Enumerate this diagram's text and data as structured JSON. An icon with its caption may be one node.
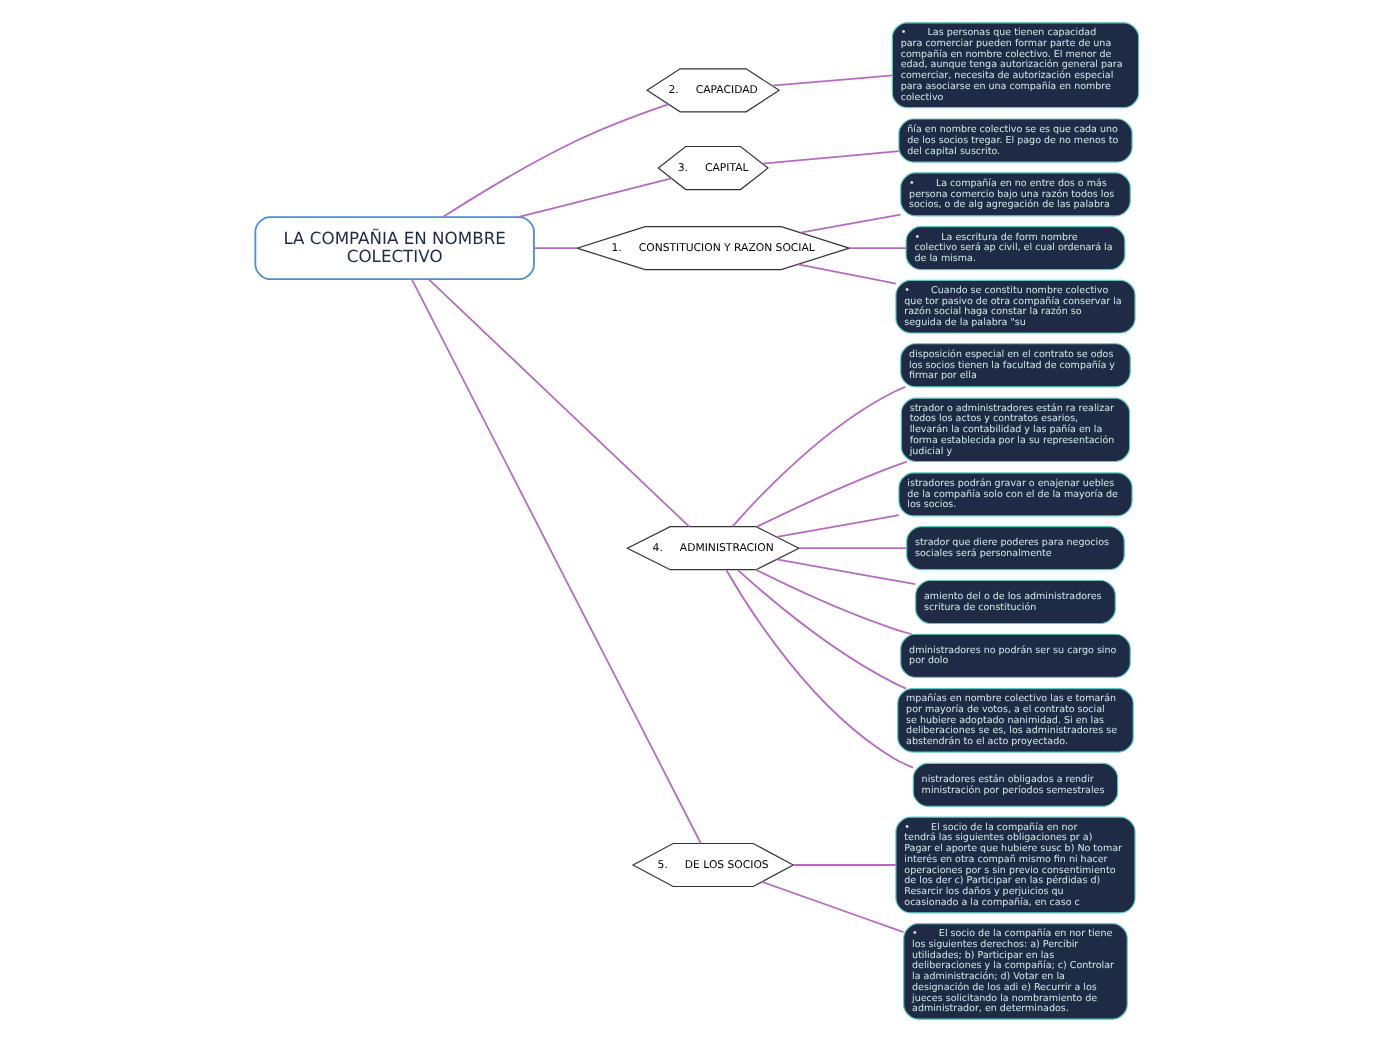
{
  "diagram": {
    "nodes": [
      {
        "text": [
          "LA COMPAÑIA EN NOMBRE COLECTIVO"
        ]
      },
      {
        "text": [
          "2.     CAPACIDAD"
        ]
      },
      {
        "text": [
          "•       Las personas que tienen capacidad para comerciar pueden formar parte de una compañía en nombre colectivo. El menor de edad, aunque tenga autorización general para comerciar, necesita de autorización especial para asociarse en una compañía en nombre colectivo"
        ]
      },
      {
        "text": [
          "3.     CAPITAL"
        ]
      },
      {
        "text": [
          "ñía en nombre colectivo se es que cada uno de los socios tregar. El pago de no menos to del capital suscrito."
        ]
      },
      {
        "text": [
          "1.     CONSTITUCION Y RAZON SOCIAL"
        ]
      },
      {
        "text": [
          "•       La compañía en no entre dos o más persona comercio bajo una razón todos los socios, o de alg agregación de las palabra"
        ]
      },
      {
        "text": [
          "•       La escritura de form nombre colectivo será ap civil, el cual ordenará la de la misma."
        ]
      },
      {
        "text": [
          "•       Cuando se constitu nombre colectivo que tor pasivo de otra compañía conservar la razón social haga constar la razón so seguida de la palabra \"su"
        ]
      },
      {
        "text": [
          "4.     ADMINISTRACION"
        ]
      },
      {
        "text": [
          "disposición especial en el contrato se odos los socios tienen la facultad de compañía y firmar por ella"
        ]
      },
      {
        "text": [
          "strador o administradores están ra realizar todos los actos y contratos esarios, llevarán la contabilidad y las pañía en la forma establecida por la su representación judicial y"
        ]
      },
      {
        "text": [
          "istradores podrán gravar o enajenar uebles de la compañía solo con el de la mayoría de los socios."
        ]
      },
      {
        "text": [
          "strador que diere poderes para negocios sociales será personalmente"
        ]
      },
      {
        "text": [
          "amiento del o de los administradores scritura de constitución"
        ]
      },
      {
        "text": [
          "dministradores no podrán ser su cargo sino por dolo"
        ]
      },
      {
        "text": [
          "mpañías en nombre colectivo las e tomarán por mayoría de votos, a el contrato social se hubiere adoptado nanimidad. Si en las deliberaciones se es, los administradores se abstendrán to el acto proyectado."
        ]
      },
      {
        "text": [
          "nistradores están obligados a rendir ministración por períodos semestrales"
        ]
      },
      {
        "text": [
          "5.     DE LOS SOCIOS"
        ]
      },
      {
        "text": [
          "•       El socio de la compañía en nor tendrá las siguientes obligaciones pr a) Pagar el aporte que hubiere susc b) No tomar interés en otra compañ mismo fin ni hacer operaciones por s sin previo consentimiento de los der c) Participar en las pérdidas d) Resarcir los daños y perjuicios qu ocasionado a la compañía, en caso c"
        ]
      },
      {
        "text": [
          "•       El socio de la compañía en nor tiene los siguientes derechos: a) Percibir utilidades; b) Participar en las deliberaciones y la compañía; c) Controlar la administración; d) Votar en la designación de los adi e) Recurrir a los jueces solicitando la nombramiento de administrador, en determinados."
        ]
      }
    ],
    "edges": [
      {
        "from": 0,
        "to": 1,
        "arrow": "none"
      },
      {
        "from": 1,
        "to": 2,
        "arrow": "none"
      },
      {
        "from": 0,
        "to": 3,
        "arrow": "none"
      },
      {
        "from": 3,
        "to": 4,
        "arrow": "none"
      },
      {
        "from": 0,
        "to": 5,
        "arrow": "none"
      },
      {
        "from": 5,
        "to": 6,
        "arrow": "none"
      },
      {
        "from": 5,
        "to": 7,
        "arrow": "none"
      },
      {
        "from": 5,
        "to": 8,
        "arrow": "none"
      },
      {
        "from": 0,
        "to": 9,
        "arrow": "none"
      },
      {
        "from": 9,
        "to": 10,
        "arrow": "none"
      },
      {
        "from": 9,
        "to": 11,
        "arrow": "none"
      },
      {
        "from": 9,
        "to": 12,
        "arrow": "none"
      },
      {
        "from": 9,
        "to": 13,
        "arrow": "none"
      },
      {
        "from": 9,
        "to": 14,
        "arrow": "none"
      },
      {
        "from": 9,
        "to": 15,
        "arrow": "none"
      },
      {
        "from": 9,
        "to": 16,
        "arrow": "none"
      },
      {
        "from": 9,
        "to": 17,
        "arrow": "none"
      },
      {
        "from": 0,
        "to": 18,
        "arrow": "none"
      },
      {
        "from": 18,
        "to": 19,
        "arrow": "none"
      },
      {
        "from": 18,
        "to": 20,
        "arrow": "none"
      }
    ]
  }
}
